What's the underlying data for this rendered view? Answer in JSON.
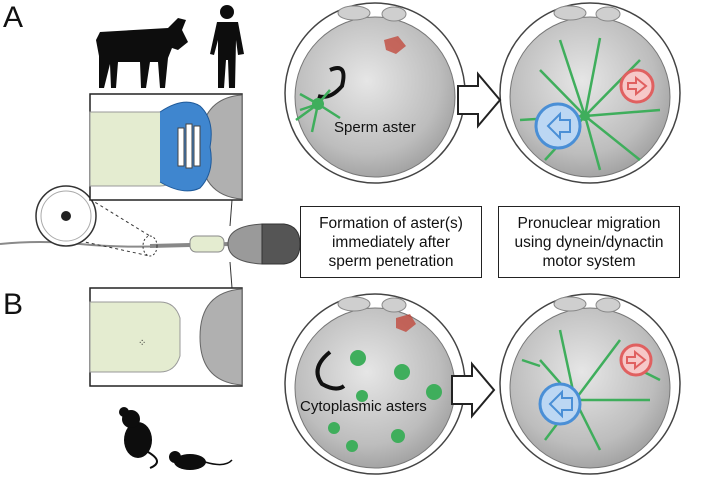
{
  "panels": {
    "a": "A",
    "b": "B"
  },
  "labels": {
    "sperm_aster": "Sperm aster",
    "cytoplasmic_asters": "Cytoplasmic asters"
  },
  "boxes": {
    "formation": [
      "Formation of aster(s)",
      "immediately after",
      "sperm penetration"
    ],
    "migration": [
      "Pronuclear migration",
      "using dynein/dynactin",
      "motor system"
    ]
  },
  "colors": {
    "microtubule": "#3fae5c",
    "male_pronucleus": "#4a8fd6",
    "female_pronucleus": "#e06060",
    "egg_gray": "#bdbdbd",
    "sperm_midpiece": "#e4ecd0"
  }
}
